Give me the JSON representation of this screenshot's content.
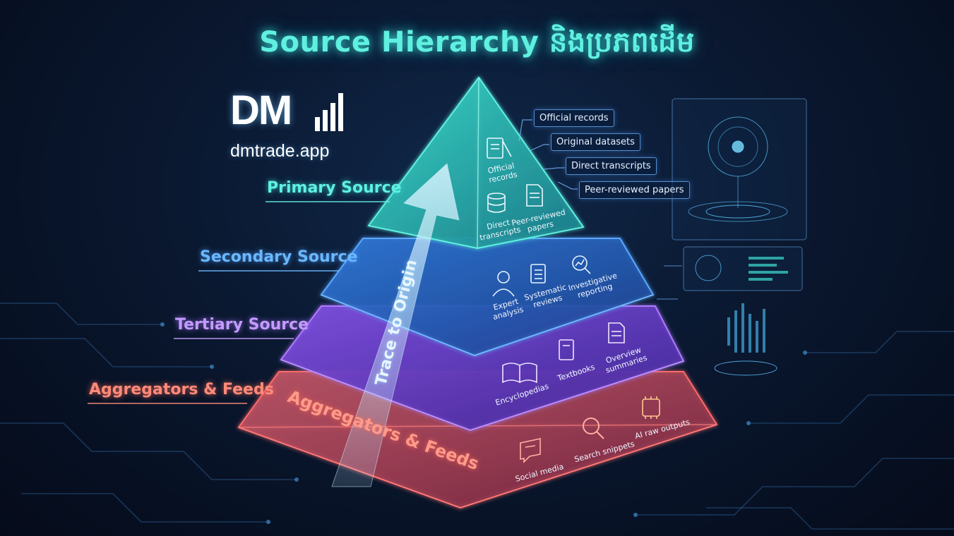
{
  "title": "Source Hierarchy និងប្រភពដើម",
  "logo": {
    "mark": "DM",
    "domain": "dmtrade.app"
  },
  "arrow_label": "Trace to Origin",
  "base_face_label": "Aggregators & Feeds",
  "tiers": [
    {
      "label": "Primary Source",
      "color": "#5ff0e0",
      "items": [
        "Official records",
        "Direct transcripts",
        "Peer-reviewed papers"
      ]
    },
    {
      "label": "Secondary Source",
      "color": "#6ab8ff",
      "items": [
        "Expert analysis",
        "Systematic reviews",
        "Investigative reporting"
      ]
    },
    {
      "label": "Tertiary Source",
      "color": "#c39bff",
      "items": [
        "Encyclopedias",
        "Textbooks",
        "Overview summaries"
      ]
    },
    {
      "label": "Aggregators & Feeds",
      "color": "#ff8a7a",
      "items": [
        "Social media",
        "Search snippets",
        "AI raw outputs"
      ]
    }
  ],
  "primary_callouts": [
    "Official records",
    "Original datasets",
    "Direct transcripts",
    "Peer-reviewed papers"
  ],
  "icons": {
    "primary": [
      "document-pen-icon",
      "database-icon",
      "paper-icon"
    ],
    "secondary": [
      "expert-person-icon",
      "checklist-icon",
      "magnifier-chart-icon"
    ],
    "tertiary": [
      "open-book-icon",
      "textbook-icon",
      "summary-doc-icon"
    ],
    "aggregators": [
      "chat-bubble-icon",
      "search-icon",
      "ai-chip-icon"
    ]
  }
}
